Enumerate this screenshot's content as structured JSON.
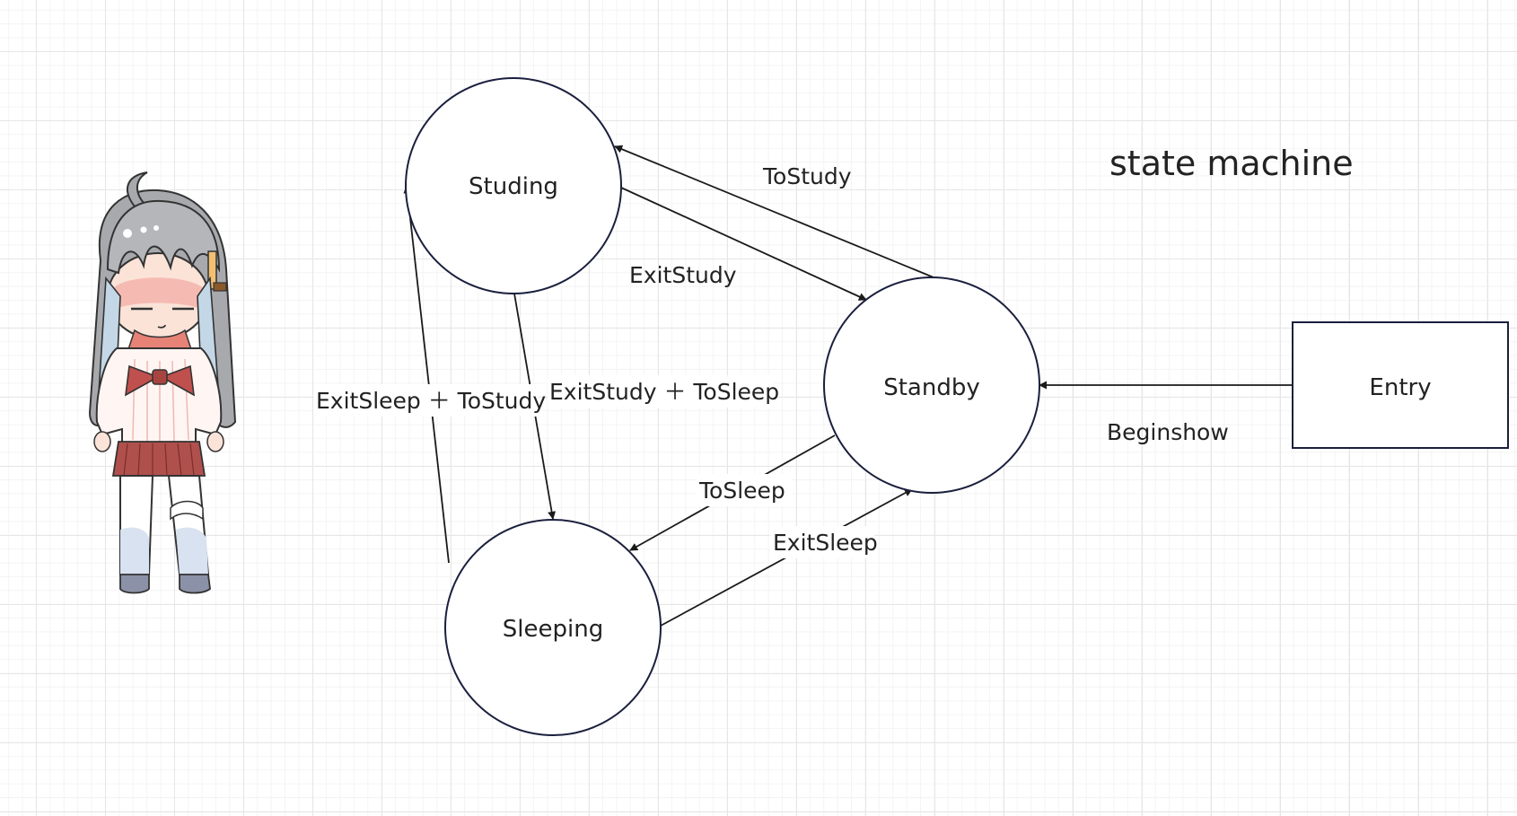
{
  "diagram": {
    "title": "state machine",
    "states": {
      "studing": "Studing",
      "standby": "Standby",
      "sleeping": "Sleeping",
      "entry": "Entry"
    },
    "transitions": {
      "to_study": "ToStudy",
      "exit_study": "ExitStudy",
      "exit_sleep_to_study": "ExitSleep ＋ ToStudy",
      "exit_study_to_sleep": "ExitStudy ＋ ToSleep",
      "to_sleep": "ToSleep",
      "exit_sleep": "ExitSleep",
      "beginshow": "Beginshow"
    }
  },
  "colors": {
    "node_stroke": "#1a1f3d",
    "edge": "#1a1a1a",
    "grid": "#e6e6e6",
    "text": "#222222"
  },
  "character": {
    "icon": "chibi-girl-illustration"
  }
}
